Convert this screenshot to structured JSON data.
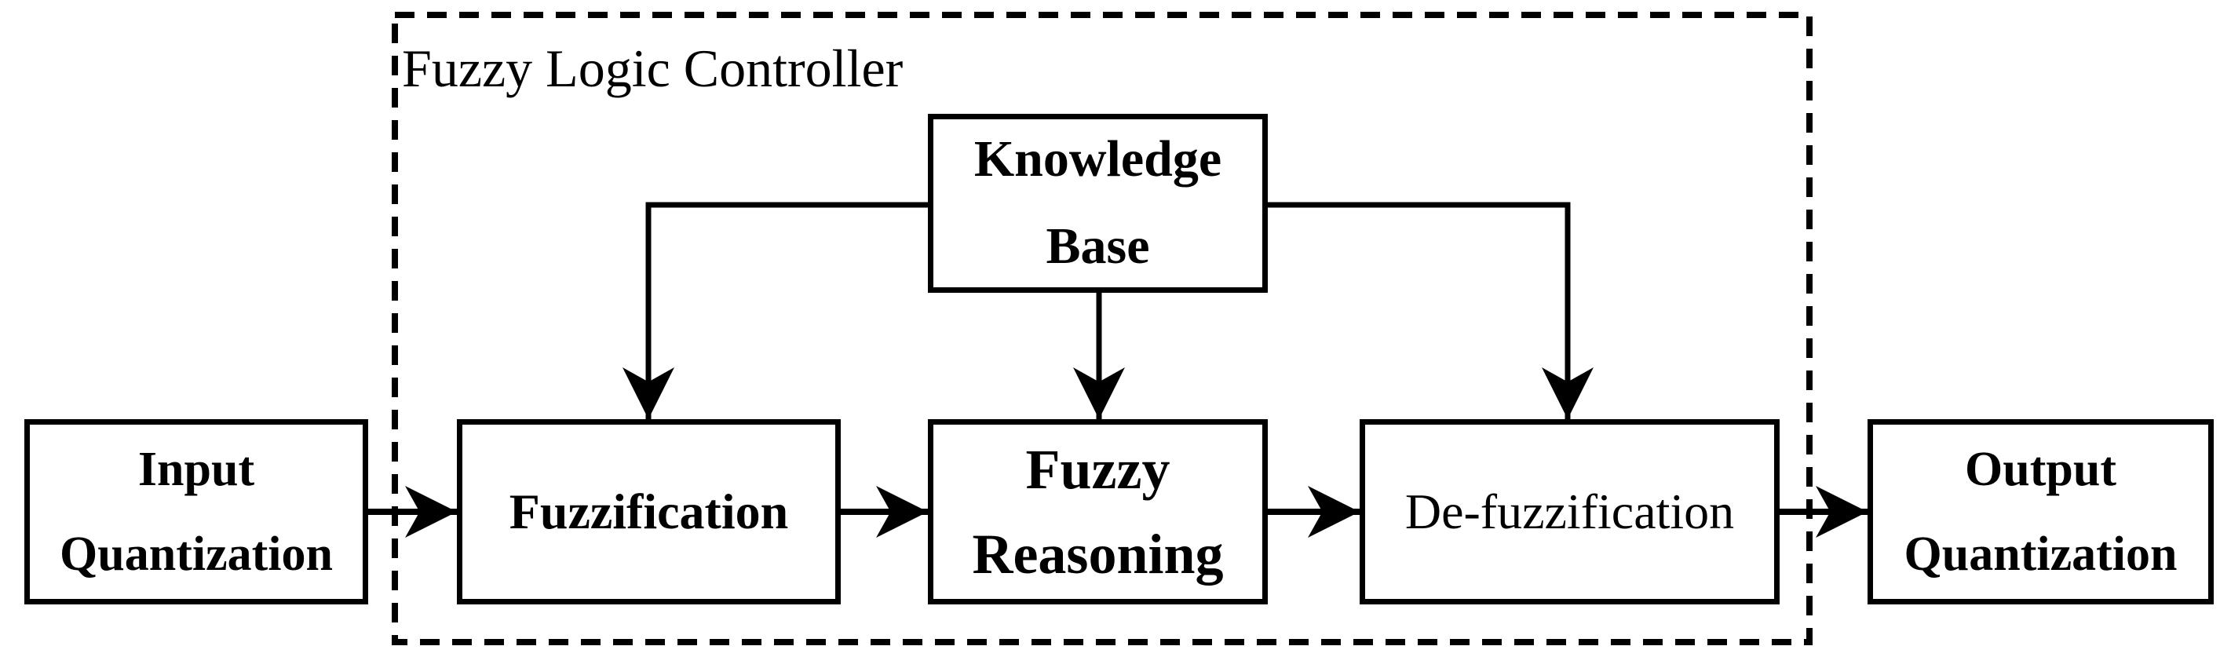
{
  "diagram": {
    "title": "Fuzzy Logic Controller",
    "boxes": {
      "input_quantization": {
        "lines": [
          "Input",
          "Quantization"
        ]
      },
      "fuzzification": {
        "lines": [
          "Fuzzification"
        ]
      },
      "fuzzy_reasoning": {
        "lines": [
          "Fuzzy",
          "Reasoning"
        ]
      },
      "de_fuzzification": {
        "lines": [
          "De-fuzzification"
        ]
      },
      "output_quantization": {
        "lines": [
          "Output",
          "Quantization"
        ]
      },
      "knowledge_base": {
        "lines": [
          "Knowledge",
          "Base"
        ]
      }
    },
    "edges": [
      {
        "from": "input_quantization",
        "to": "fuzzification"
      },
      {
        "from": "fuzzification",
        "to": "fuzzy_reasoning"
      },
      {
        "from": "fuzzy_reasoning",
        "to": "de_fuzzification"
      },
      {
        "from": "de_fuzzification",
        "to": "output_quantization"
      },
      {
        "from": "knowledge_base",
        "to": "fuzzification"
      },
      {
        "from": "knowledge_base",
        "to": "fuzzy_reasoning"
      },
      {
        "from": "knowledge_base",
        "to": "de_fuzzification"
      }
    ],
    "colors": {
      "stroke": "#000000",
      "background": "#ffffff"
    }
  }
}
